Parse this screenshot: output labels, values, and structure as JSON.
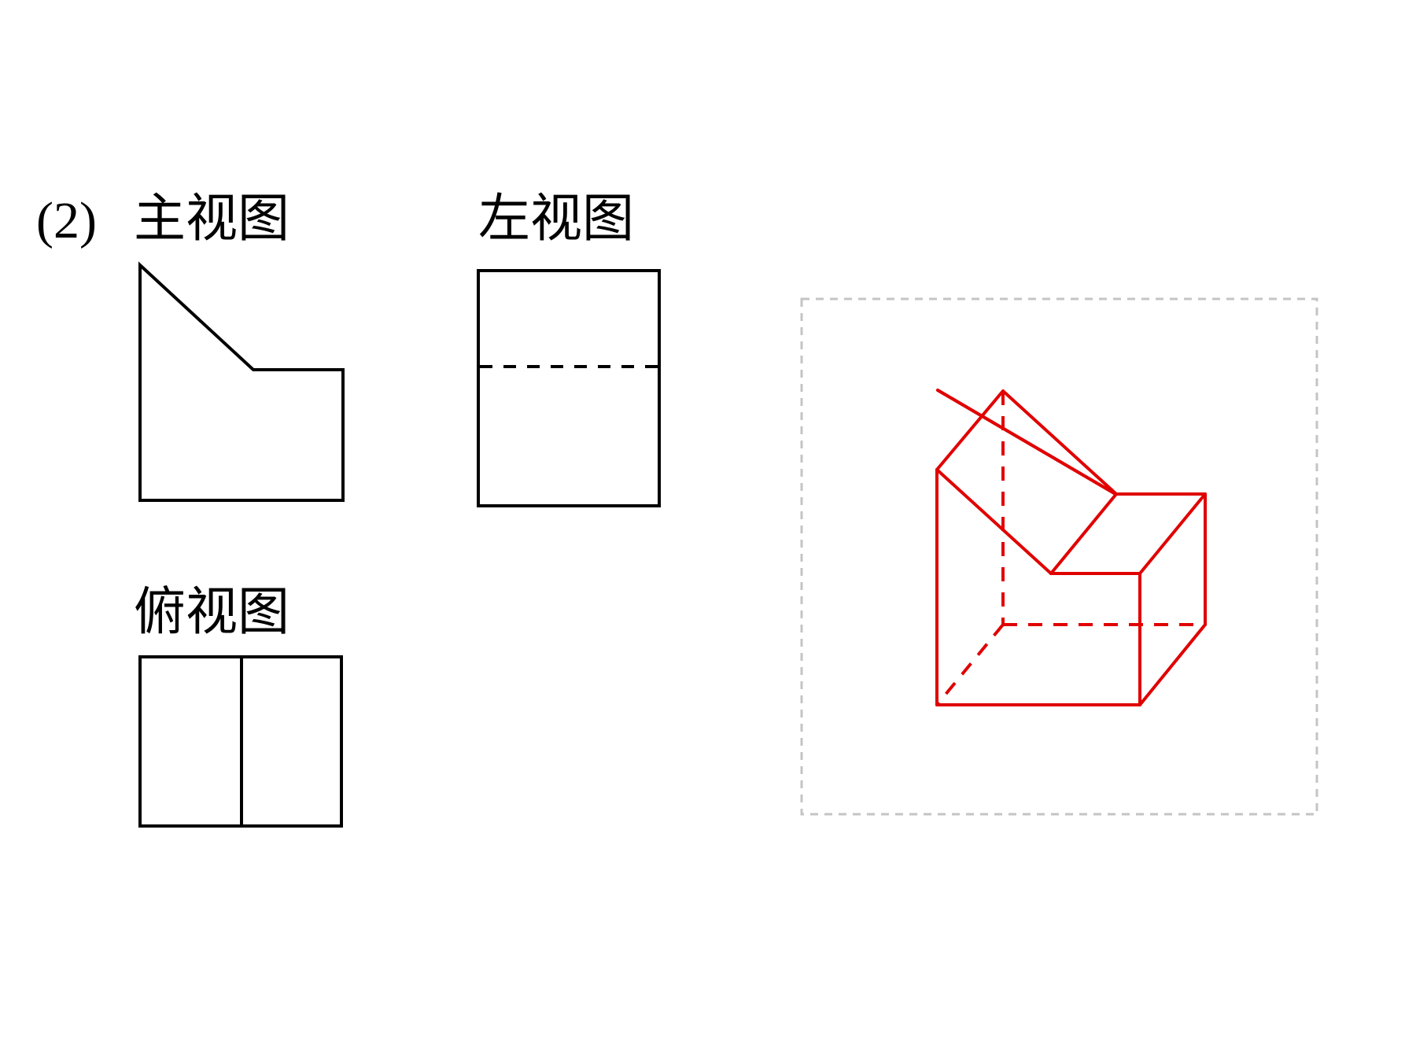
{
  "problem": {
    "number": "(2)"
  },
  "views": {
    "front_label": "主视图",
    "left_label": "左视图",
    "top_label": "俯视图"
  },
  "colors": {
    "views": "#000000",
    "solid": "#e00000",
    "answer_frame": "#c4c4c4"
  }
}
